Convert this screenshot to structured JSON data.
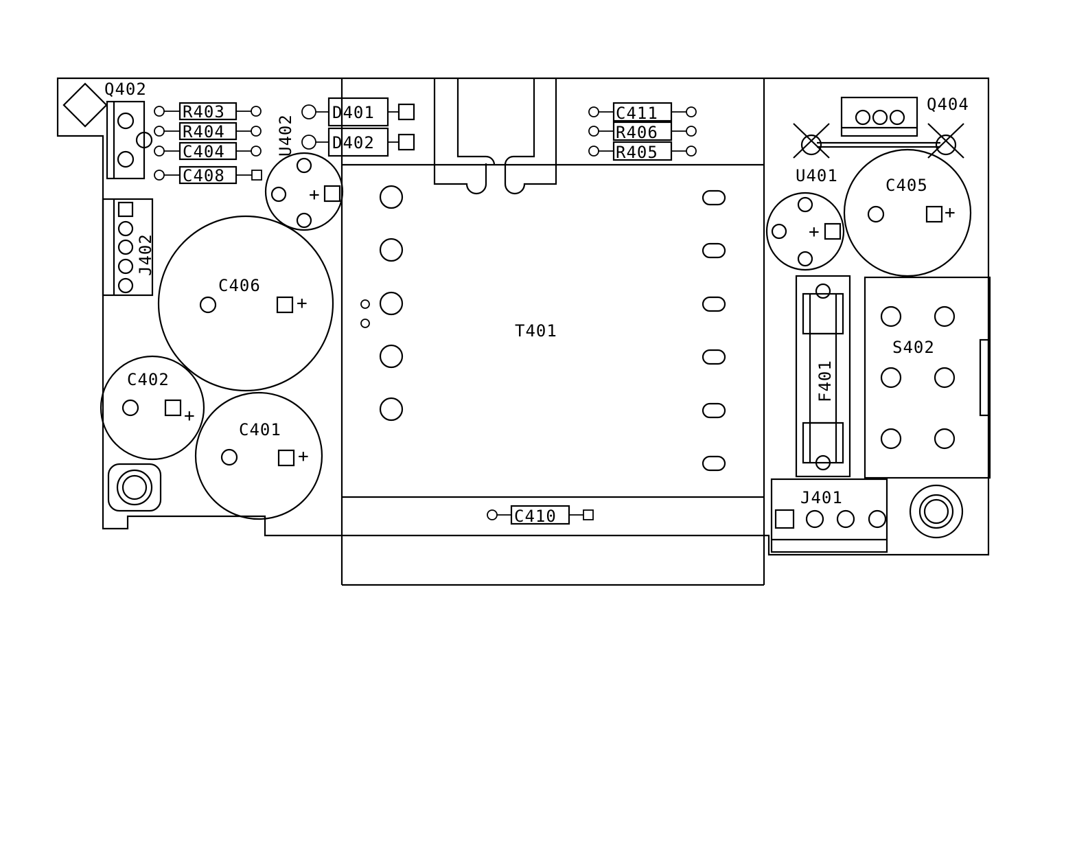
{
  "colors": {
    "ink": "#000000",
    "background": "#ffffff"
  },
  "labels": {
    "q402": "Q402",
    "r403": "R403",
    "r404": "R404",
    "c404": "C404",
    "c408": "C408",
    "u402": "U402",
    "d401": "D401",
    "d402": "D402",
    "c411": "C411",
    "r406": "R406",
    "r405": "R405",
    "q404": "Q404",
    "u401": "U401",
    "c405": "C405",
    "j402": "J402",
    "c406": "C406",
    "t401": "T401",
    "f401": "F401",
    "s402": "S402",
    "c402": "C402",
    "c401": "C401",
    "j401": "J401",
    "c410": "C410"
  },
  "polarity_mark": "+"
}
